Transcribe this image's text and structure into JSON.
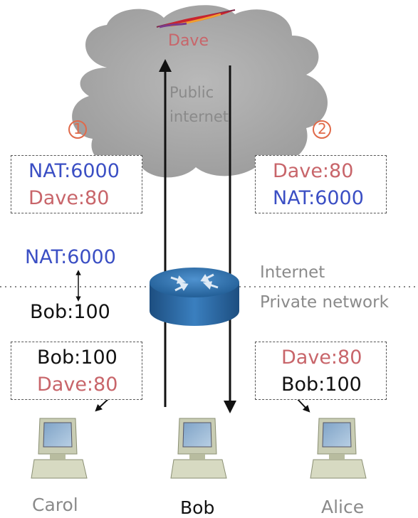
{
  "cloud": {
    "host_label": "Dave",
    "network_label_line1": "Public",
    "network_label_line2": "internet"
  },
  "steps": {
    "one": "1",
    "two": "2"
  },
  "packet_1": {
    "src": "NAT:6000",
    "dst": "Dave:80"
  },
  "packet_2": {
    "src": "Dave:80",
    "dst": "NAT:6000"
  },
  "packet_3": {
    "src": "Bob:100",
    "dst": "Dave:80"
  },
  "packet_4": {
    "src": "Dave:80",
    "dst": "Bob:100"
  },
  "nat_mapping": {
    "external": "NAT:6000",
    "internal": "Bob:100"
  },
  "boundary": {
    "upper": "Internet",
    "lower": "Private network"
  },
  "hosts": {
    "left": "Carol",
    "middle": "Bob",
    "right": "Alice"
  },
  "colors": {
    "nat": "#3b4fc4",
    "dave": "#c8656a",
    "bob": "#111111",
    "cloud": "#a6a6a6",
    "router": "#2d6fa8",
    "step_marker": "#e06a4a"
  }
}
